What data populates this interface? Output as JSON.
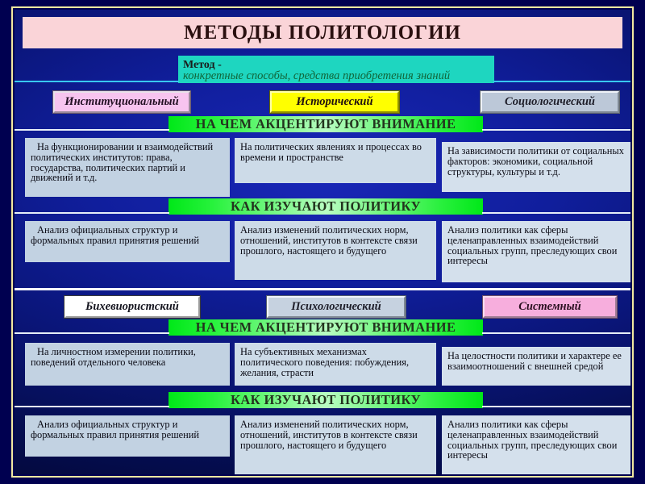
{
  "slide": {
    "title": "МЕТОДЫ ПОЛИТОЛОГИИ",
    "method_term": "Метод -",
    "method_definition": "конкретные способы, средства приобретения знаний",
    "banner_focus": "НА ЧЕМ АКЦЕНТИРУЮТ ВНИМАНИЕ",
    "banner_howstudy": "КАК ИЗУЧАЮТ ПОЛИТИКУ",
    "colors": {
      "frame": "#f2e9a0",
      "background_navy": "#101e9c",
      "title_bg": "#fad4d8",
      "method_bg": "#1ed6c0",
      "banner_green": "#2bf03f",
      "textbox_bg": "#c2d2e2",
      "chip_pink": "#f7c4ef",
      "chip_yellow": "#ffff00",
      "chip_grey": "#bcc8d8",
      "chip_white": "#ffffff",
      "chip_lightgrey": "#c6d2e0",
      "chip_magenta": "#f7aedd"
    }
  },
  "group1": {
    "methods": [
      {
        "name": "Институциональный"
      },
      {
        "name": "Исторический"
      },
      {
        "name": "Социологический"
      }
    ],
    "focus": [
      "На функционировании и взаимодействий  политических институтов: права, государства, политических  партий  и движений и т.д.",
      "На политических явлениях и процессах во времени и пространстве",
      "На зависимости политики от социальных  факторов: экономики,  социальной структуры, культуры и т.д."
    ],
    "how_study": [
      "Анализ официальных структур и формальных правил принятия решений",
      "Анализ изменений политических норм,  отношений, институтов в контексте связи прошлого, настоящего и будущего",
      "Анализ политики как сферы целенаправленных взаимодействий социальных групп, преследующих свои интересы"
    ]
  },
  "group2": {
    "methods": [
      {
        "name": "Бихевиористский"
      },
      {
        "name": "Психологический"
      },
      {
        "name": "Системный"
      }
    ],
    "focus": [
      "На личностном измерении политики,  поведений отдельного  человека",
      "На субъективных механизмах политического поведения: побуждения, желания, страсти",
      "На целостности политики и характере ее взаимоотношений с внешней средой"
    ],
    "how_study": [
      "Анализ официальных структур и формальных правил принятия решений",
      "Анализ изменений политических норм,  отношений, институтов в контексте связи прошлого, настоящего и будущего",
      "Анализ политики как сферы целенаправленных взаимодействий социальных групп, преследующих свои интересы"
    ]
  }
}
